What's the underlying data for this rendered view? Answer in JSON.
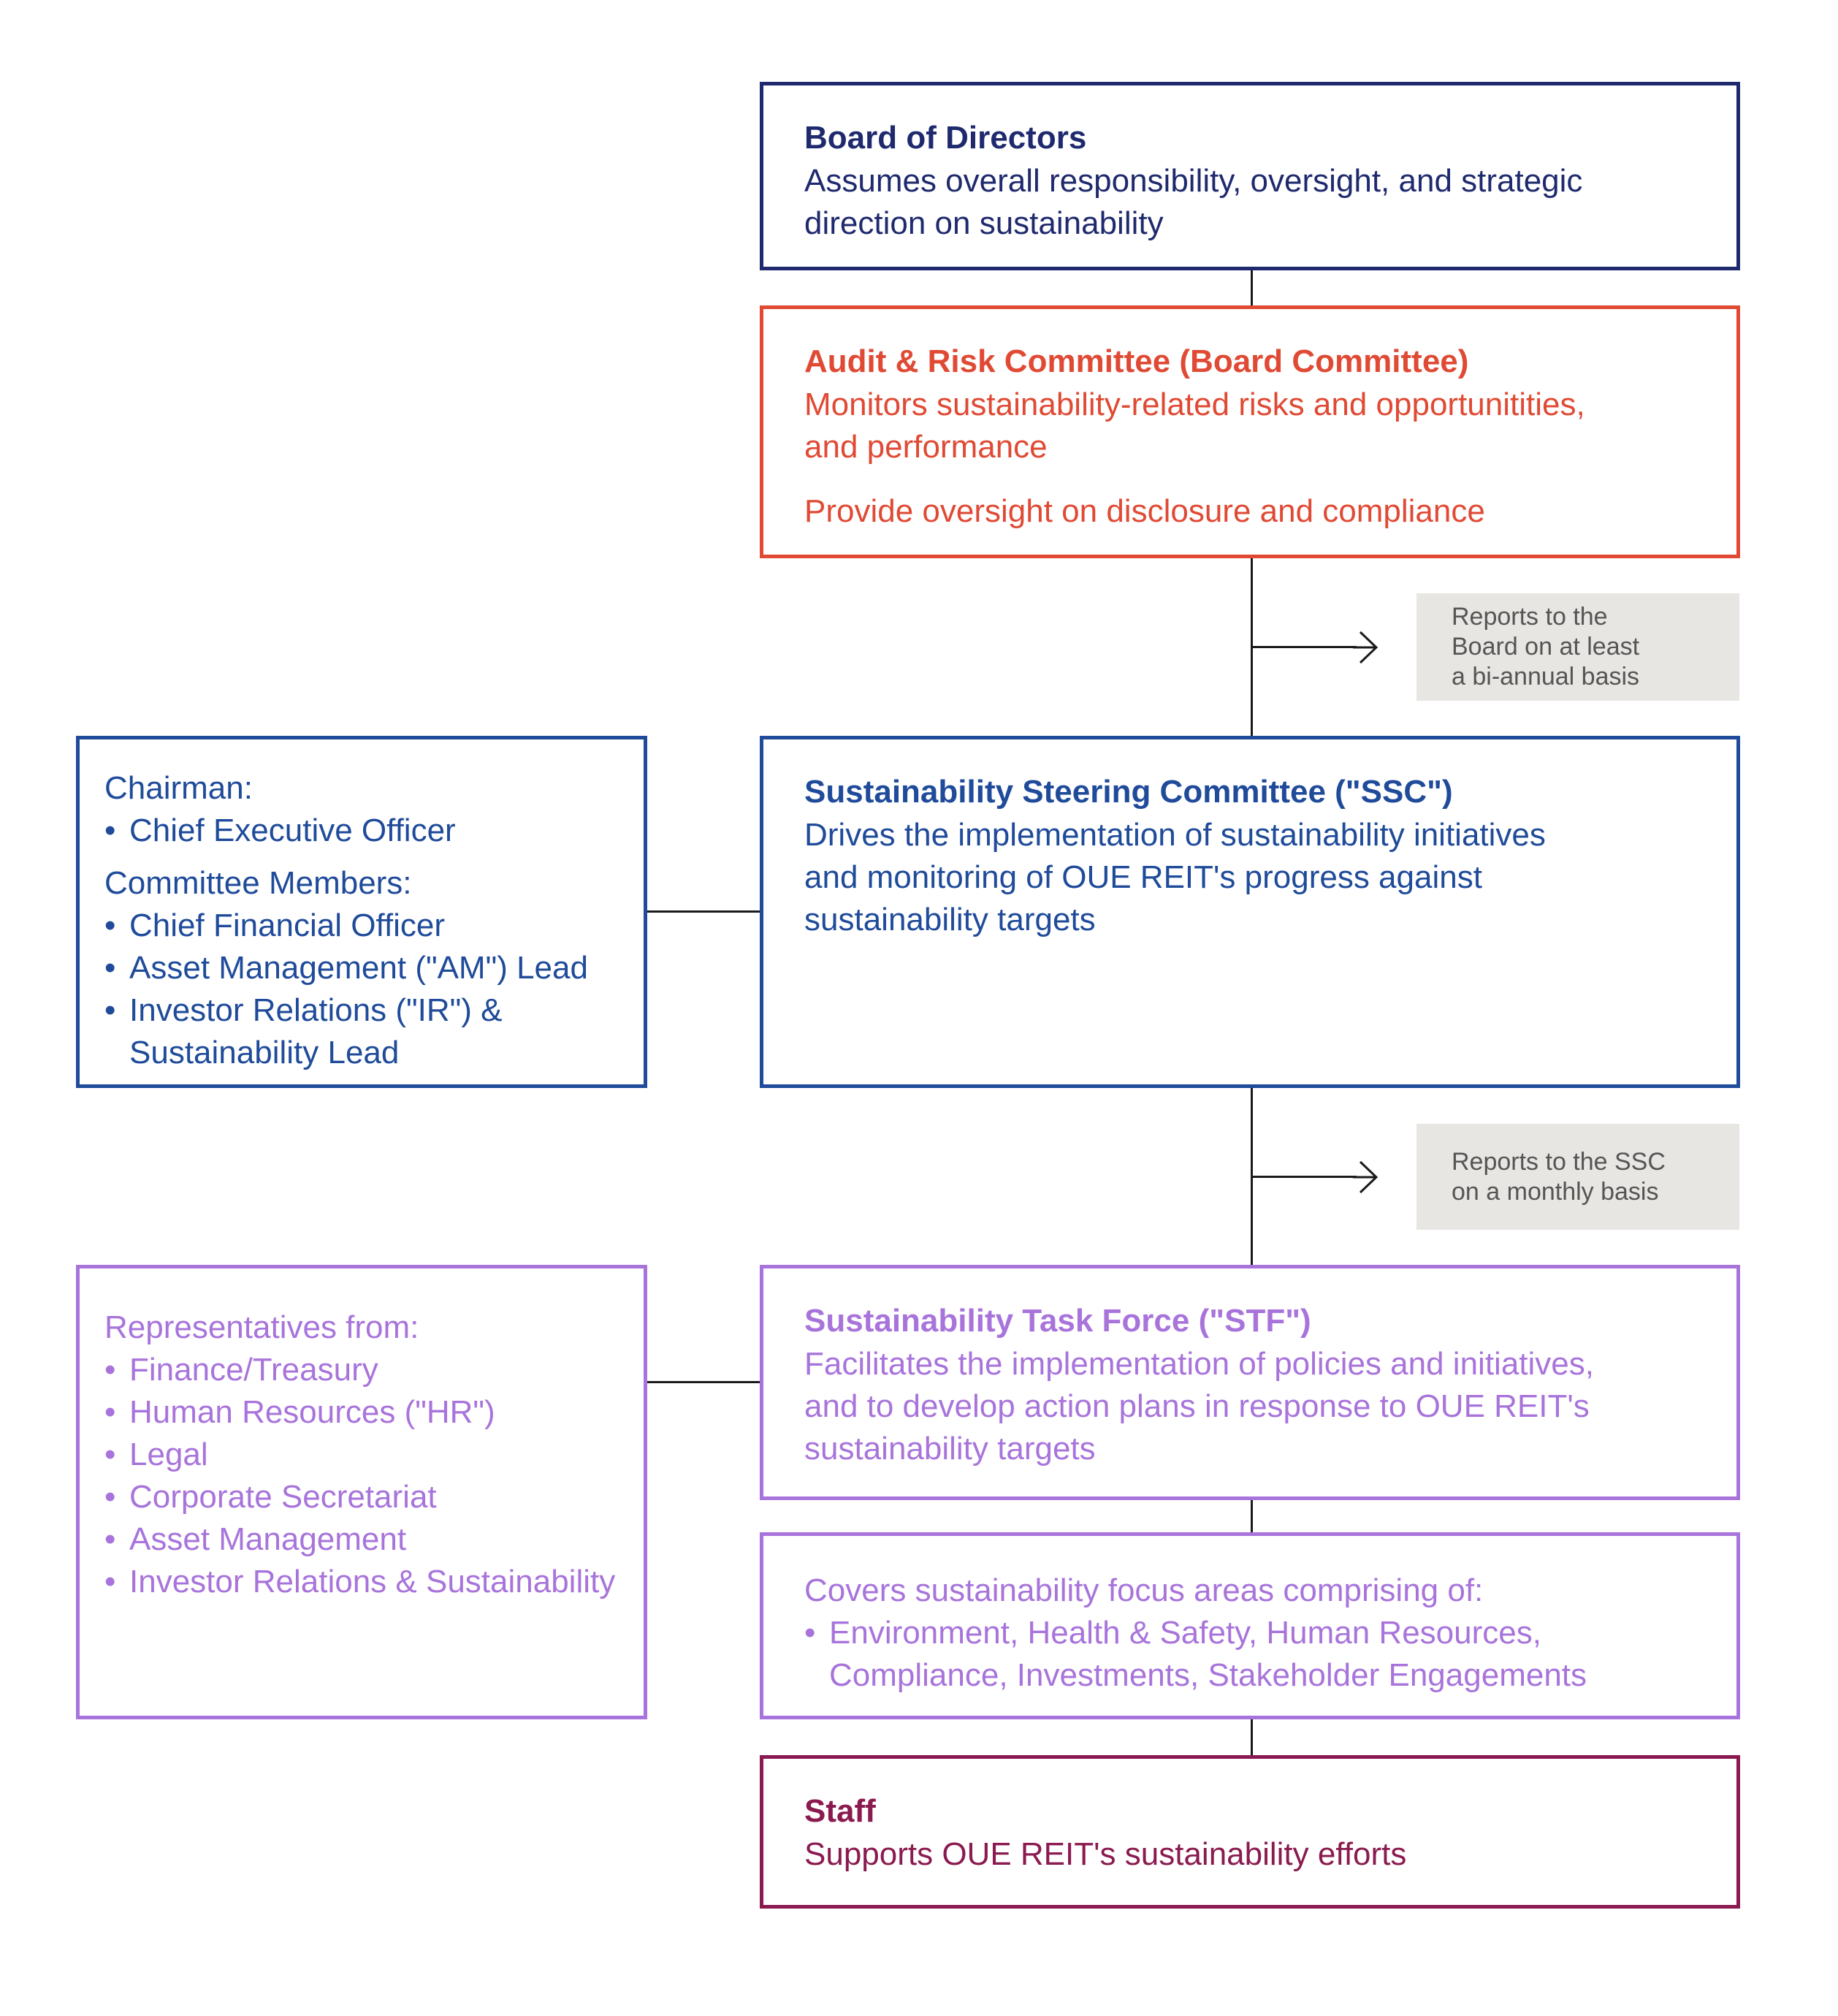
{
  "board": {
    "title": "Board of Directors",
    "line1": "Assumes overall responsibility, oversight, and strategic",
    "line2": "direction on sustainability"
  },
  "arc": {
    "title": "Audit & Risk Committee (Board Committee)",
    "line1": "Monitors sustainability-related risks and opportunitities,",
    "line2": "and performance",
    "line3": "Provide oversight on disclosure and compliance"
  },
  "note_board": {
    "line1": "Reports to the",
    "line2": "Board on at least",
    "line3": "a bi-annual basis"
  },
  "ssc": {
    "title": "Sustainability Steering Committee (\"SSC\")",
    "line1": "Drives the implementation of sustainability initiatives",
    "line2": "and monitoring of OUE REIT's progress against",
    "line3": "sustainability targets"
  },
  "ssc_members": {
    "chairman_label": "Chairman:",
    "chairman_items": [
      "Chief Executive Officer"
    ],
    "members_label": "Committee Members:",
    "member_items": [
      "Chief Financial Officer",
      "Asset Management (\"AM\") Lead",
      "Investor Relations (\"IR\") &"
    ],
    "member_continuation": "Sustainability Lead"
  },
  "note_ssc": {
    "line1": "Reports to the SSC",
    "line2": "on a monthly basis"
  },
  "stf": {
    "title": "Sustainability Task Force (\"STF\")",
    "line1": "Facilitates the implementation of policies and initiatives,",
    "line2": "and to develop action plans in response to OUE REIT's",
    "line3": "sustainability targets"
  },
  "stf_members": {
    "label": "Representatives from:",
    "items": [
      "Finance/Treasury",
      "Human Resources (\"HR\")",
      "Legal",
      "Corporate Secretariat",
      "Asset Management",
      "Investor Relations & Sustainability"
    ]
  },
  "focus": {
    "label": "Covers sustainability focus areas comprising of:",
    "item_line1": "Environment, Health & Safety, Human Resources,",
    "item_line2": "Compliance, Investments, Stakeholder Engagements"
  },
  "staff": {
    "title": "Staff",
    "line1": "Supports OUE REIT's sustainability efforts"
  },
  "colors": {
    "navy": "#1f2a6e",
    "red": "#e04a34",
    "blue": "#1f4b9a",
    "purple": "#a874db",
    "maroon": "#8a1a4f",
    "note_bg": "#e8e6e3"
  }
}
